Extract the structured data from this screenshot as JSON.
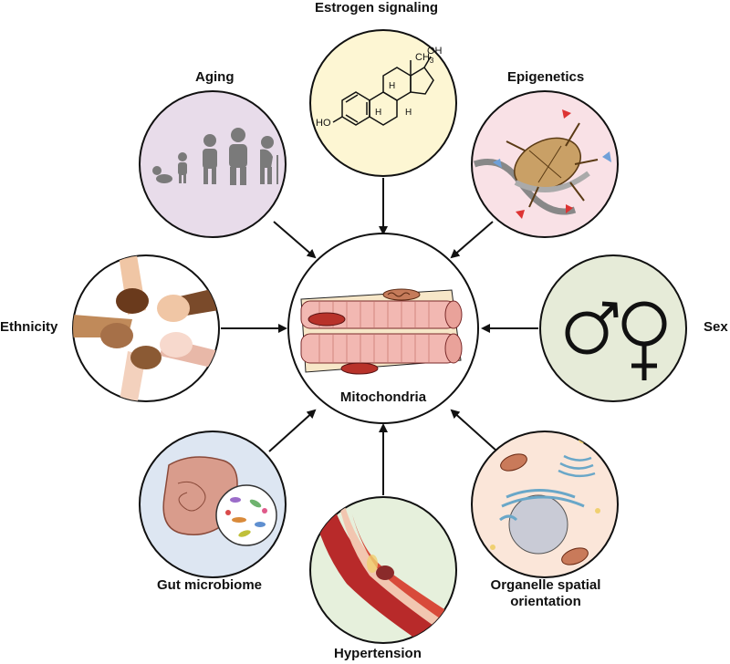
{
  "center": {
    "label": "Mitochondria"
  },
  "factors": {
    "estrogen": {
      "label": "Estrogen signaling",
      "molecule": {
        "ch3": "CH",
        "ch3_sub": "3",
        "oh": "OH",
        "ho": "HO",
        "h": "H"
      }
    },
    "aging": {
      "label": "Aging"
    },
    "epigenetics": {
      "label": "Epigenetics"
    },
    "ethnicity": {
      "label": "Ethnicity"
    },
    "sex": {
      "label": "Sex"
    },
    "gut": {
      "label": "Gut microbiome"
    },
    "hypertension": {
      "label": "Hypertension"
    },
    "organelle": {
      "label_line1": "Organelle spatial",
      "label_line2": "orientation"
    }
  },
  "colors": {
    "estrogen_bg": "#fdf6d3",
    "aging_bg": "#e8dcea",
    "epigenetics_bg": "#f9e1e6",
    "ethnicity_bg": "#ffffff",
    "sex_bg": "#e6ebd8",
    "gut_bg": "#dde6f2",
    "hypertension_bg": "#e6f0dc",
    "organelle_bg": "#fbe6d9",
    "muscle": "#f0b6b0",
    "outline": "#111111"
  }
}
